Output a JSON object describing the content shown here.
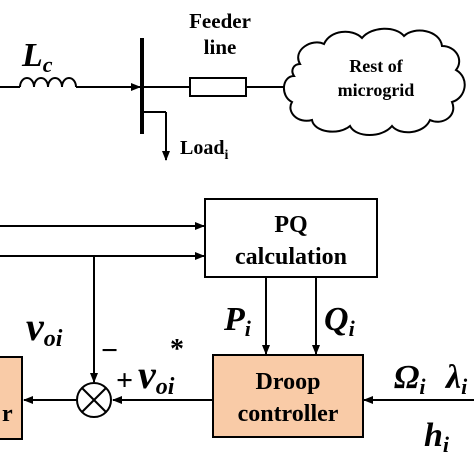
{
  "top": {
    "inductor_symbol": "L",
    "inductor_sub": "c",
    "feeder_label_1": "Feeder",
    "feeder_label_2": "line",
    "cloud_label_1": "Rest of",
    "cloud_label_2": "microgrid",
    "load_label": "Load",
    "load_sub": "i"
  },
  "pq_block": {
    "line1": "PQ",
    "line2": "calculation",
    "fill": "#ffffff"
  },
  "outputs": {
    "p_symbol": "P",
    "p_sub": "i",
    "q_symbol": "Q",
    "q_sub": "i"
  },
  "voltage": {
    "v_symbol": "v",
    "v_sub": "oi",
    "minus_sign": "−",
    "plus_sign": "+",
    "vref_symbol": "v",
    "vref_sub": "oi",
    "vref_star": "*"
  },
  "droop_block": {
    "line1": "Droop",
    "line2": "controller",
    "fill": "#f9cba7"
  },
  "droop_inputs": {
    "omega_symbol": "Ω",
    "omega_sub": "i",
    "lambda_symbol": "λ",
    "lambda_sub": "i",
    "h_symbol": "h",
    "h_sub": "i"
  },
  "left_block": {
    "label_fragment": "r",
    "fill": "#f9cba7"
  }
}
